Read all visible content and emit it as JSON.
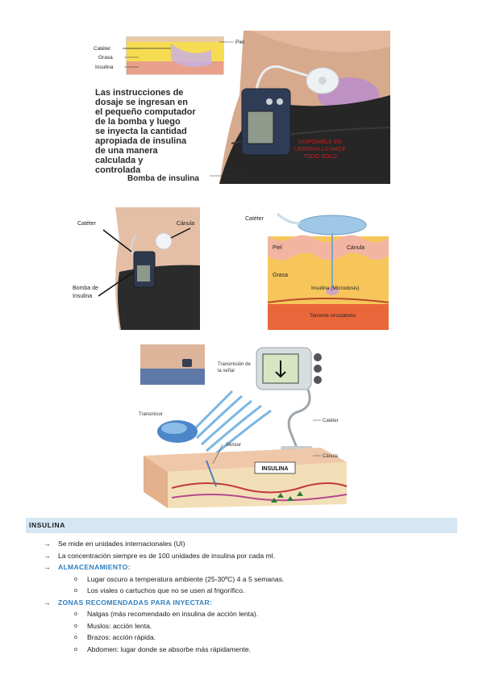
{
  "figure1": {
    "labels": {
      "cateter": "Catéter",
      "grasa": "Grasa",
      "insulina": "Insulina",
      "piel": "Piel",
      "bomba": "Bomba de insulina"
    },
    "caption_lines": [
      "Las instrucciones de",
      "dosaje se ingresan en",
      "el pequeño computador",
      "de la bomba y luego",
      "se inyecta la cantidad",
      "apropiada de insulina",
      "de una manera",
      "calculada y",
      "controlada"
    ],
    "watermark_lines": [
      "DISPONIBLE EN",
      "LIBRERIA LO HACE",
      "TODO SOLO"
    ]
  },
  "figure2a": {
    "labels": {
      "cateter": "Catéter",
      "canula": "Cánula",
      "bomba_line1": "Bomba de",
      "bomba_line2": "Insulina"
    }
  },
  "figure2b": {
    "labels": {
      "cateter": "Catéter",
      "piel": "Piel",
      "canula": "Cánula",
      "grasa": "Grasa",
      "insulina": "Insulina (Microdosis)",
      "torrente": "Torrente circulatorio"
    }
  },
  "figure3": {
    "labels": {
      "transmision_line1": "Transmisión de",
      "transmision_line2": "la señal",
      "transmisor": "Transmisor",
      "cateter": "Catéter",
      "sensor": "Sensor",
      "canula": "Cánula",
      "insulina_box": "INSULINA"
    }
  },
  "section": {
    "title": "INSULINA"
  },
  "list": [
    {
      "level": 1,
      "marker": "→",
      "text": "Se mide en unidades internacionales (UI)",
      "style": "normal"
    },
    {
      "level": 1,
      "marker": "→",
      "text": "La concentración siempre es de 100 unidades de insulina por cada ml.",
      "style": "normal"
    },
    {
      "level": 1,
      "marker": "→",
      "text": "ALMACENAMIENTO:",
      "style": "blue"
    },
    {
      "level": 2,
      "marker": "o",
      "text": "Lugar oscuro a temperatura ambiente (25-30ºC) 4 a 5 semanas.",
      "style": "normal"
    },
    {
      "level": 2,
      "marker": "o",
      "text": "Los viales o cartuchos que no se usen al frigorífico.",
      "style": "normal"
    },
    {
      "level": 1,
      "marker": "→",
      "text": "ZONAS RECOMENDADAS PARA INYECTAR:",
      "style": "blue"
    },
    {
      "level": 2,
      "marker": "o",
      "text": "Nalgas (más recomendado en insulina de acción lenta).",
      "style": "normal"
    },
    {
      "level": 2,
      "marker": "o",
      "text": "Muslos: acción lenta.",
      "style": "normal"
    },
    {
      "level": 2,
      "marker": "o",
      "text": "Brazos: acción rápida.",
      "style": "normal"
    },
    {
      "level": 2,
      "marker": "o",
      "text": "Abdomen: lugar donde se absorbe más rápidamente.",
      "style": "normal"
    }
  ]
}
